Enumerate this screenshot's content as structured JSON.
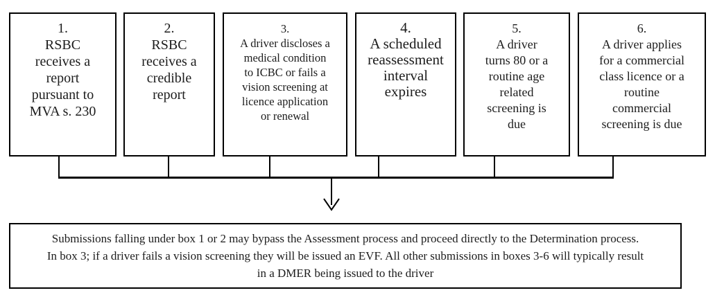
{
  "flowchart": {
    "boxes": [
      {
        "number": "1.",
        "lines": [
          "1.",
          "RSBC",
          "receives a",
          "report",
          "pursuant to",
          "MVA s. 230"
        ]
      },
      {
        "number": "2.",
        "lines": [
          "2.",
          "RSBC",
          "receives a",
          "credible",
          "report"
        ]
      },
      {
        "number": "3.",
        "lines": [
          "3.",
          "A driver discloses a",
          "medical condition",
          "to ICBC or fails a",
          "vision screening at",
          "licence application",
          "or renewal"
        ]
      },
      {
        "number": "4.",
        "lines": [
          "4.",
          "A scheduled",
          "reassessment",
          "interval",
          "expires"
        ]
      },
      {
        "number": "5.",
        "lines": [
          "5.",
          "A driver",
          "turns 80 or a",
          "routine age",
          "related",
          "screening is",
          "due"
        ]
      },
      {
        "number": "6.",
        "lines": [
          "6.",
          "A driver applies",
          "for a commercial",
          "class licence or a",
          "routine",
          "commercial",
          "screening is due"
        ]
      }
    ],
    "arrow_icon": "down-arrow",
    "note": {
      "lines": [
        "Submissions falling under box 1 or 2 may bypass the Assessment process and proceed directly to the Determination process.",
        "In box 3; if a driver fails a vision screening they will be issued an EVF. All other submissions in boxes 3-6 will typically result",
        "in a DMER being issued to the driver"
      ]
    }
  },
  "colors": {
    "line": "#000000",
    "text": "#1c1c1c",
    "background": "#ffffff"
  }
}
